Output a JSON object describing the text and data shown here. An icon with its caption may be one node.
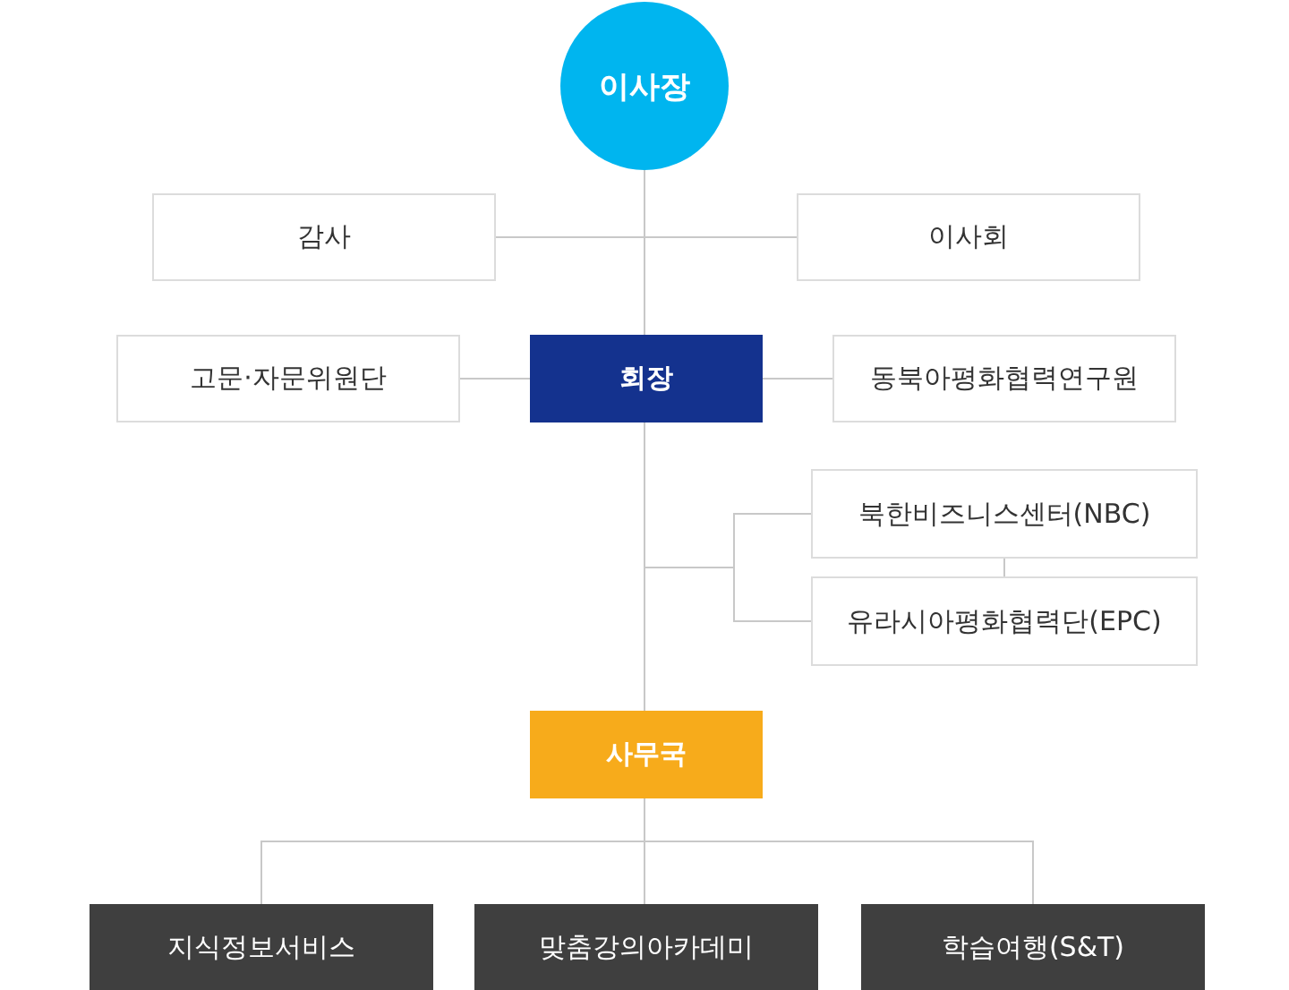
{
  "diagram": {
    "nodes": [
      {
        "text": [
          "이사장"
        ]
      },
      {
        "text": [
          "감사"
        ]
      },
      {
        "text": [
          "이사회"
        ]
      },
      {
        "text": [
          "고문·자문위원단"
        ]
      },
      {
        "text": [
          "회장"
        ]
      },
      {
        "text": [
          "동북아평화협력연구원"
        ]
      },
      {
        "text": [
          "북한비즈니스센터(NBC)"
        ]
      },
      {
        "text": [
          "유라시아평화협력단(EPC)"
        ]
      },
      {
        "text": [
          "사무국"
        ]
      },
      {
        "text": [
          "지식정보서비스"
        ]
      },
      {
        "text": [
          "맞춤강의아카데미"
        ]
      },
      {
        "text": [
          "학습여행(S&T)"
        ]
      }
    ],
    "edges": [
      {
        "from": 0,
        "to": 1,
        "arrow": "none"
      },
      {
        "from": 0,
        "to": 2,
        "arrow": "none"
      },
      {
        "from": 0,
        "to": 4,
        "arrow": "none"
      },
      {
        "from": 4,
        "to": 3,
        "arrow": "none"
      },
      {
        "from": 4,
        "to": 5,
        "arrow": "none"
      },
      {
        "from": 4,
        "to": 6,
        "arrow": "none"
      },
      {
        "from": 4,
        "to": 7,
        "arrow": "none"
      },
      {
        "from": 6,
        "to": 7,
        "arrow": "none"
      },
      {
        "from": 4,
        "to": 8,
        "arrow": "none"
      },
      {
        "from": 8,
        "to": 9,
        "arrow": "none"
      },
      {
        "from": 8,
        "to": 10,
        "arrow": "none"
      },
      {
        "from": 8,
        "to": 11,
        "arrow": "none"
      }
    ]
  }
}
